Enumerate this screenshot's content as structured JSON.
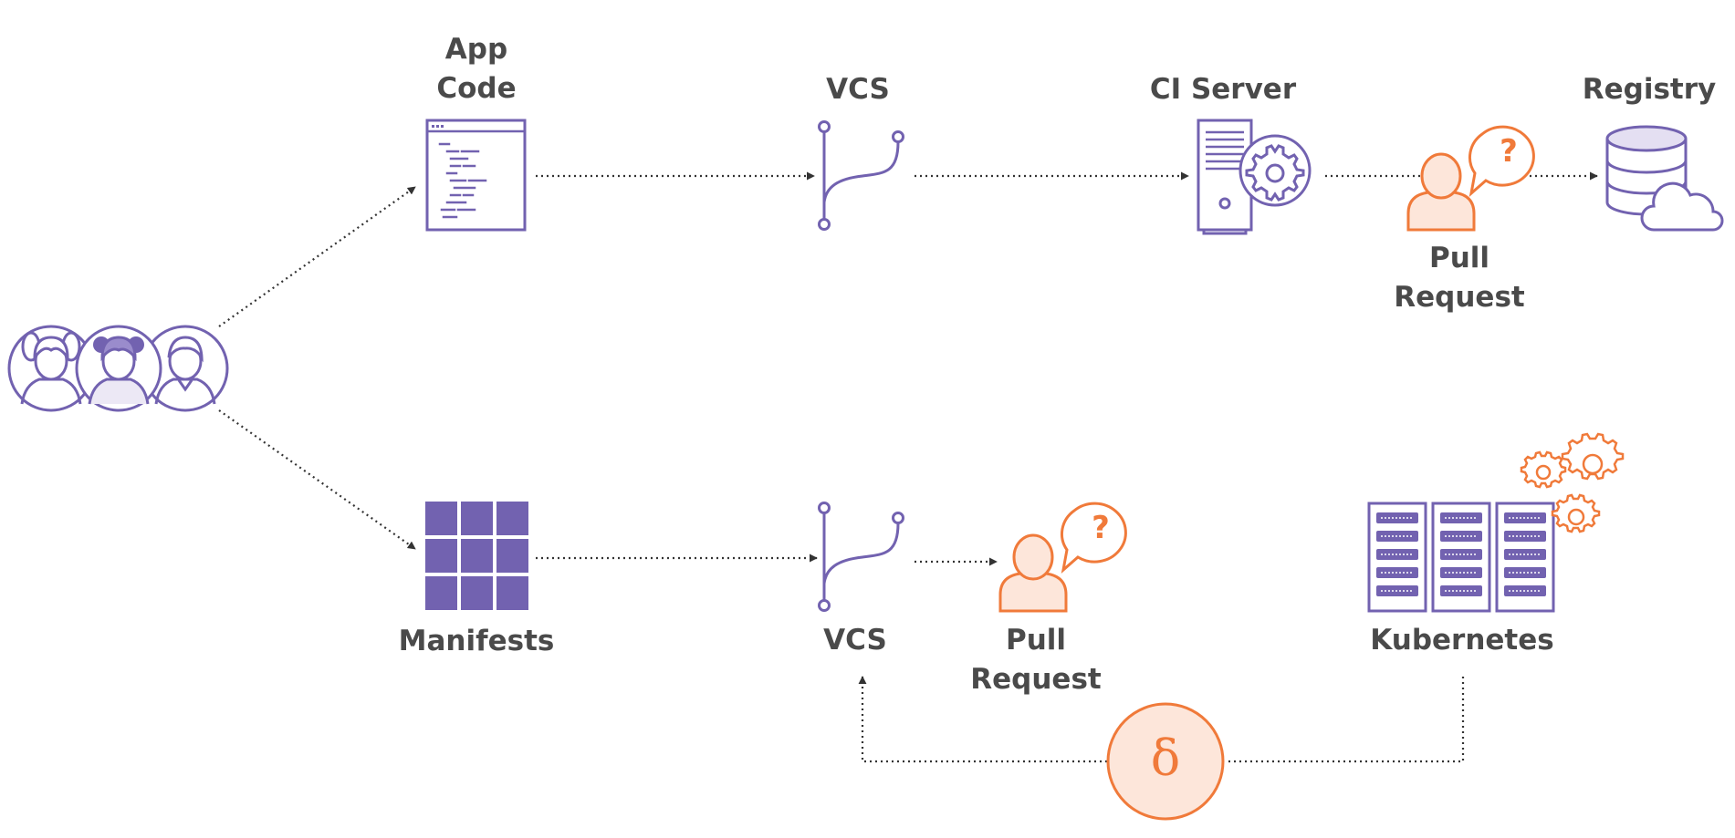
{
  "colors": {
    "purple": "#7262b0",
    "orange": "#f07a3a",
    "orange_fill": "#fde6da",
    "text": "#4a4a4a",
    "connector": "#333333"
  },
  "nodes": {
    "team": {
      "icon": "team-avatars-icon"
    },
    "app_code": {
      "label": "App\nCode",
      "icon": "code-file-icon"
    },
    "vcs_top": {
      "label": "VCS",
      "icon": "branch-icon"
    },
    "ci_server": {
      "label": "CI Server",
      "icon": "server-gear-icon"
    },
    "pull_request_top": {
      "label": "Pull\nRequest",
      "icon": "person-question-icon"
    },
    "registry": {
      "label": "Registry",
      "icon": "database-cloud-icon"
    },
    "manifests": {
      "label": "Manifests",
      "icon": "grid-icon"
    },
    "vcs_bottom": {
      "label": "VCS",
      "icon": "branch-icon"
    },
    "pull_request_bottom": {
      "label": "Pull\nRequest",
      "icon": "person-question-icon"
    },
    "kubernetes": {
      "label": "Kubernetes",
      "icon": "server-racks-gears-icon"
    },
    "diff": {
      "symbol": "δ",
      "icon": "delta-circle-icon"
    }
  },
  "edges": [
    [
      "team",
      "app_code"
    ],
    [
      "team",
      "manifests"
    ],
    [
      "app_code",
      "vcs_top"
    ],
    [
      "vcs_top",
      "ci_server"
    ],
    [
      "ci_server",
      "pull_request_top"
    ],
    [
      "pull_request_top",
      "registry"
    ],
    [
      "manifests",
      "vcs_bottom"
    ],
    [
      "vcs_bottom",
      "pull_request_bottom"
    ],
    [
      "kubernetes",
      "diff"
    ],
    [
      "diff",
      "vcs_bottom"
    ]
  ]
}
